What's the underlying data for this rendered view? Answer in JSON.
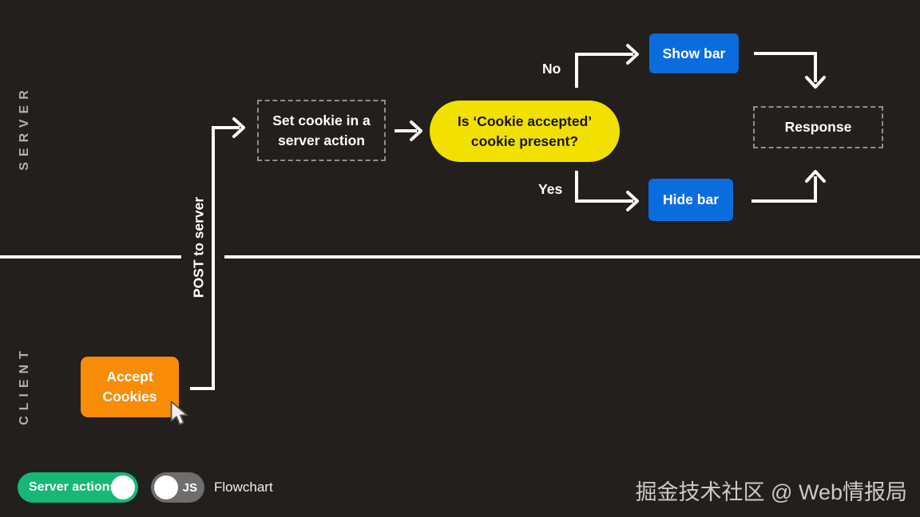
{
  "colors": {
    "bg": "#221f1d",
    "line": "#ffffff",
    "accent_yellow": "#f2e000",
    "accent_blue": "#0b6cdf",
    "accent_orange": "#f98c06",
    "accent_green": "#15b877",
    "toggle_gray": "#6e6e6e",
    "dashed_border": "#8f8f8f",
    "lane_label": "#b3b1ae",
    "watermark_gray": "#ccc9c6"
  },
  "lanes": {
    "server": "SERVER",
    "client": "CLIENT"
  },
  "nodes": {
    "accept_cookies": "Accept Cookies",
    "set_cookie": "Set cookie in a server action",
    "decision": "Is ‘Cookie accepted’ cookie present?",
    "show_bar": "Show bar",
    "hide_bar": "Hide bar",
    "response": "Response"
  },
  "edges": {
    "post_to_server": "POST to server",
    "no": "No",
    "yes": "Yes"
  },
  "footer": {
    "server_actions": "Server actions",
    "js": "JS",
    "flowchart": "Flowchart"
  },
  "watermark": "掘金技术社区 @ Web情报局"
}
